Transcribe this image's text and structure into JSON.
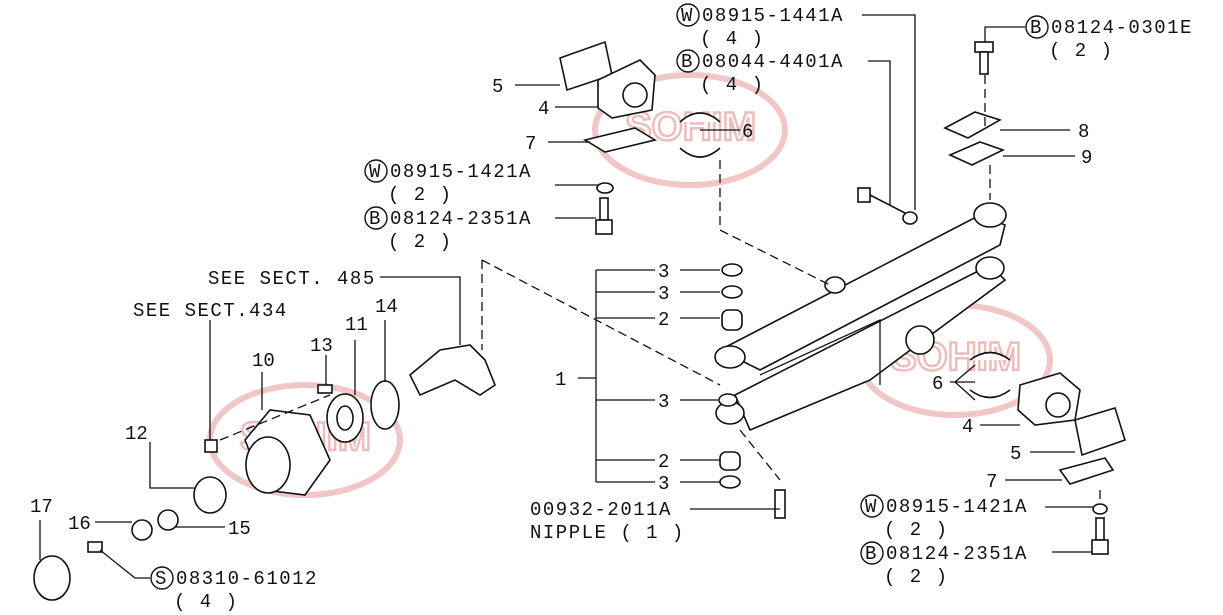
{
  "watermark": "SOHIM",
  "references": {
    "sect485": "SEE SECT. 485",
    "sect434": "SEE SECT.434"
  },
  "fasteners": [
    {
      "prefix": "W",
      "part": "08915-1441A",
      "qty": "( 4 )"
    },
    {
      "prefix": "B",
      "part": "08044-4401A",
      "qty": "( 4 )"
    },
    {
      "prefix": "B",
      "part": "08124-0301E",
      "qty": "( 2 )"
    },
    {
      "prefix": "W",
      "part": "08915-1421A",
      "qty": "( 2 )"
    },
    {
      "prefix": "B",
      "part": "08124-2351A",
      "qty": "( 2 )"
    },
    {
      "prefix": "W",
      "part": "08915-1421A",
      "qty": "( 2 )"
    },
    {
      "prefix": "B",
      "part": "08124-2351A",
      "qty": "( 2 )"
    },
    {
      "prefix": "S",
      "part": "08310-61012",
      "qty": "( 4 )"
    }
  ],
  "nipple": {
    "part": "00932-2011A",
    "label": "NIPPLE ( 1 )"
  },
  "callouts": [
    "5",
    "4",
    "7",
    "6",
    "8",
    "9",
    "3",
    "3",
    "2",
    "1",
    "3",
    "2",
    "3",
    "6",
    "4",
    "5",
    "7",
    "10",
    "11",
    "13",
    "14",
    "12",
    "16",
    "15",
    "17"
  ]
}
